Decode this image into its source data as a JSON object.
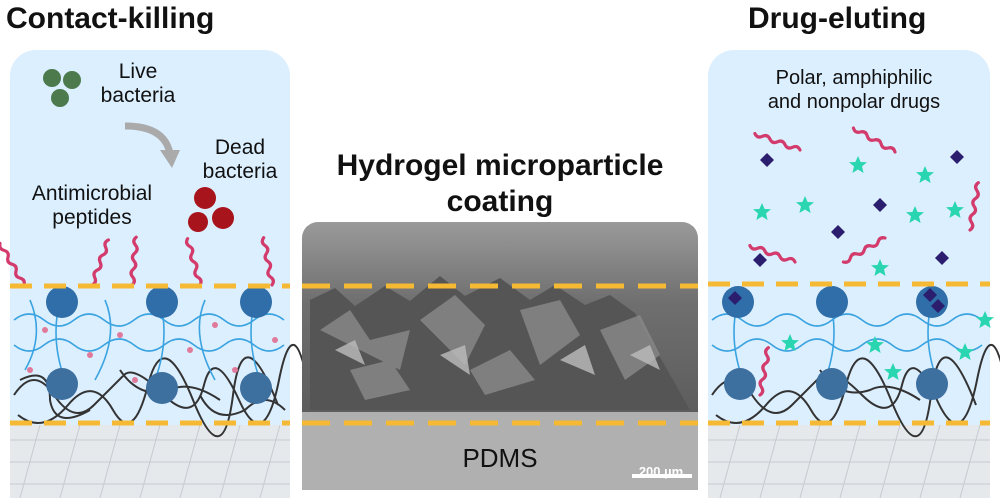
{
  "panels": {
    "left_title": "Contact-killing",
    "right_title": "Drug-eluting",
    "center_title_line1": "Hydrogel microparticle",
    "center_title_line2": "coating"
  },
  "labels": {
    "live_line1": "Live",
    "live_line2": "bacteria",
    "dead_line1": "Dead",
    "dead_line2": "bacteria",
    "peptides_line1": "Antimicrobial",
    "peptides_line2": "peptides",
    "drugs_line1": "Polar, amphiphilic",
    "drugs_line2": "and nonpolar drugs",
    "pdms": "PDMS",
    "scale_bar": "200 µm"
  },
  "colors": {
    "panel_bg": "#dcefff",
    "dash": "#f5b934",
    "microgel": "#2f6ea8",
    "chain": "#3aa3e0",
    "live_bacteria": "#4c7a4c",
    "dead_bacteria": "#a8141c",
    "peptide": "#d23b6b",
    "drug_star": "#2ad6b0",
    "drug_diamond": "#2b1e6e"
  }
}
